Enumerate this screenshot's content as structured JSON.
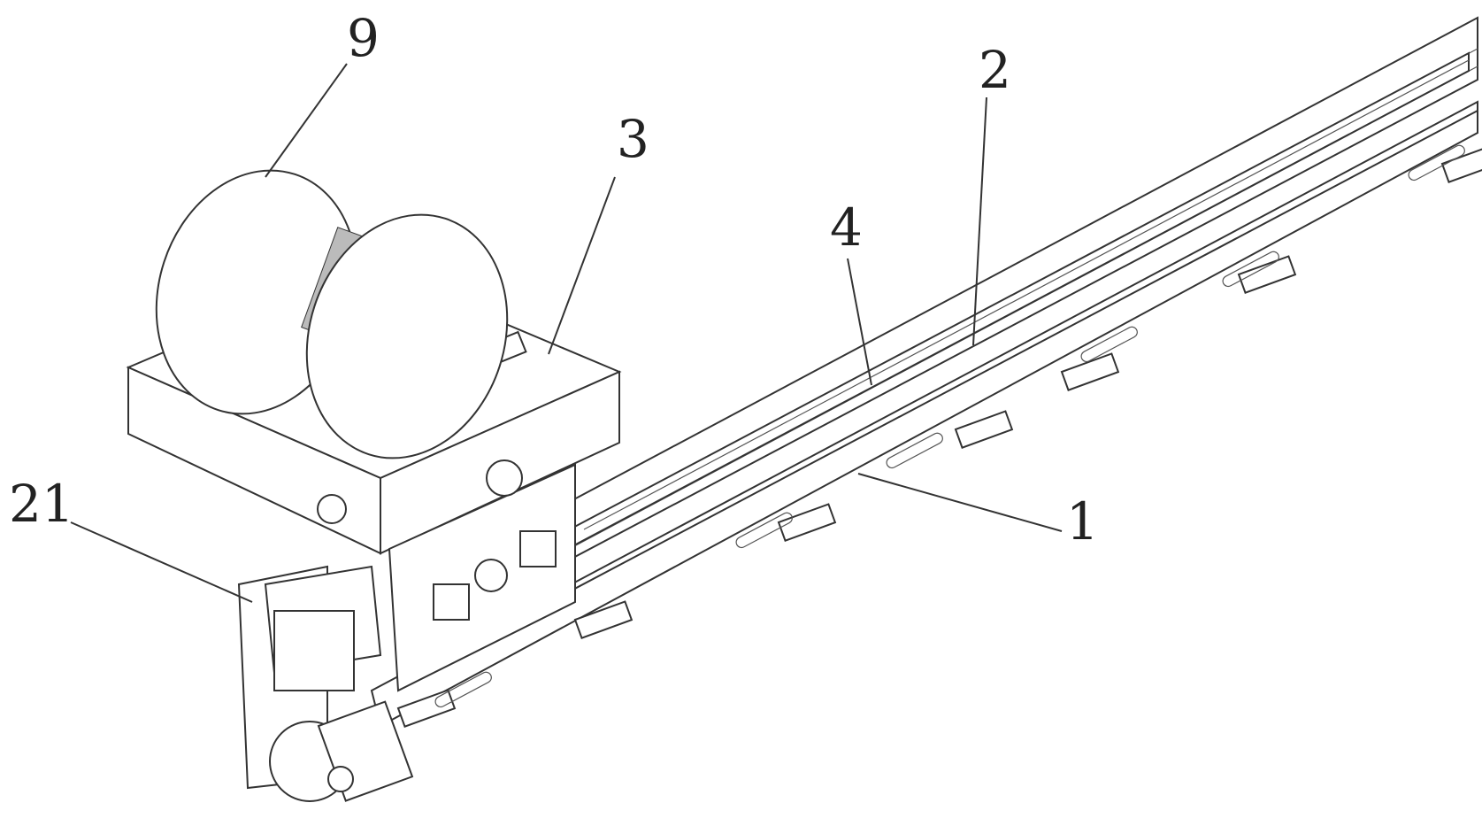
{
  "figure": {
    "labels": {
      "reel": "9",
      "carriage": "3",
      "guide_rail": "2",
      "rail_cover": "4",
      "motor": "21",
      "base_beam": "1"
    }
  }
}
